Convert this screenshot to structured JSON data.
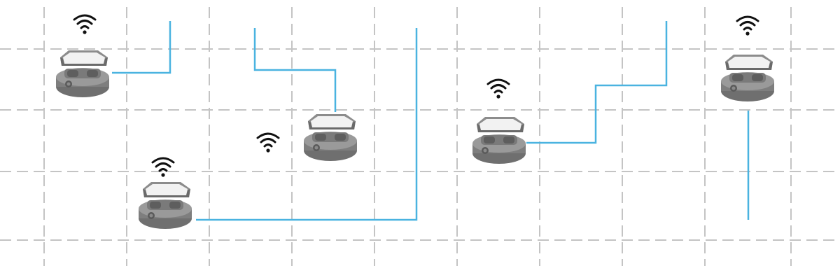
{
  "colors": {
    "background": "#ffffff",
    "grid": "#c4c4c4",
    "path": "#4ab3e0",
    "wifi": "#111111",
    "robot_dark": "#6f6f6f",
    "robot_mid": "#9a9a9a",
    "robot_light": "#d2d2d2",
    "robot_tray": "#f2f2f2"
  },
  "icons": {
    "wireless": "wifi-icon",
    "robot": "mobile-robot-icon"
  },
  "robots": [
    {
      "id": "robot-1",
      "signal": "wifi"
    },
    {
      "id": "robot-2",
      "signal": "wifi"
    },
    {
      "id": "robot-3",
      "signal": "wifi"
    },
    {
      "id": "robot-4",
      "signal": "wifi"
    },
    {
      "id": "robot-5",
      "signal": "wifi"
    }
  ],
  "paths": [
    {
      "id": "path-1",
      "robot": "robot-1"
    },
    {
      "id": "path-2",
      "robot": "robot-2"
    },
    {
      "id": "path-3",
      "robot": "robot-3"
    },
    {
      "id": "path-4",
      "robot": "robot-4"
    },
    {
      "id": "path-5",
      "robot": "robot-5"
    }
  ]
}
